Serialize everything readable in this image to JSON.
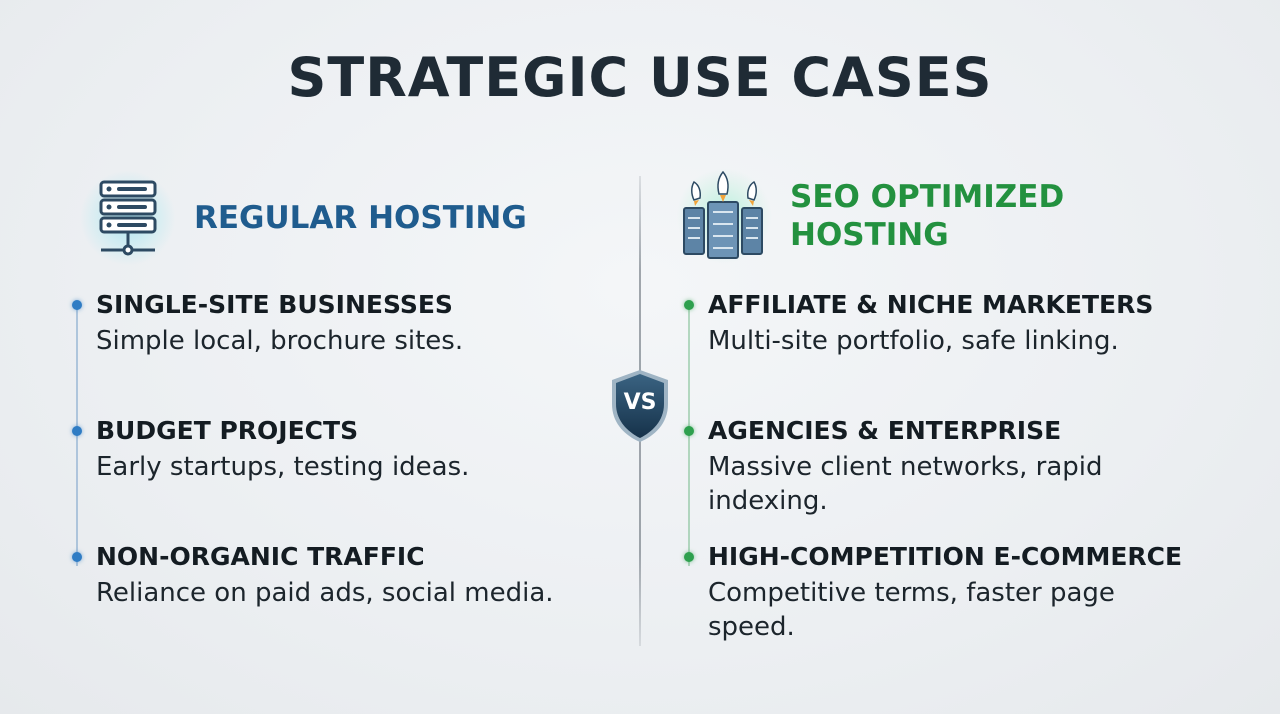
{
  "title": "STRATEGIC USE CASES",
  "vs_label": "VS",
  "colors": {
    "regular_accent": "#1f5c8e",
    "seo_accent": "#23913f",
    "regular_dot": "#2f7cc4",
    "seo_dot": "#2ea04e",
    "badge": "#1e3e57"
  },
  "left": {
    "icon": "server-rack-icon",
    "heading": "REGULAR HOSTING",
    "items": [
      {
        "title": "SINGLE-SITE BUSINESSES",
        "desc": "Simple local, brochure sites."
      },
      {
        "title": "BUDGET PROJECTS",
        "desc": "Early startups, testing ideas."
      },
      {
        "title": "NON-ORGANIC TRAFFIC",
        "desc": "Reliance on paid ads, social media."
      }
    ]
  },
  "right": {
    "icon": "servers-rockets-icon",
    "heading": "SEO OPTIMIZED HOSTING",
    "items": [
      {
        "title": "AFFILIATE & NICHE MARKETERS",
        "desc": "Multi-site portfolio, safe linking."
      },
      {
        "title": "AGENCIES & ENTERPRISE",
        "desc": "Massive client networks, rapid indexing."
      },
      {
        "title": "HIGH-COMPETITION E-COMMERCE",
        "desc": "Competitive terms, faster page speed."
      }
    ]
  }
}
